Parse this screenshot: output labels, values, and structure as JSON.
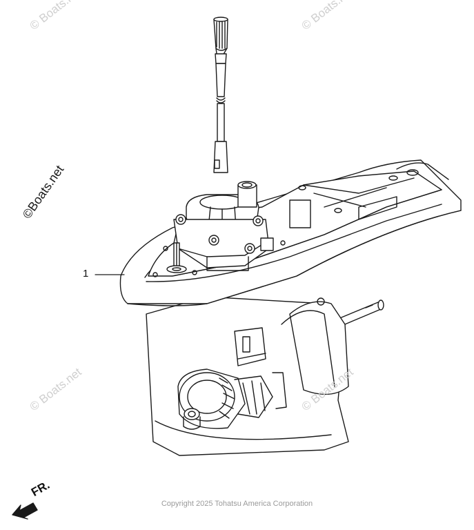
{
  "watermark": "© Boats.net",
  "watermark_side": "©Boats.net",
  "callout": {
    "number": "1"
  },
  "front_indicator": "FR.",
  "copyright": "Copyright 2025 Tohatsu America Corporation"
}
